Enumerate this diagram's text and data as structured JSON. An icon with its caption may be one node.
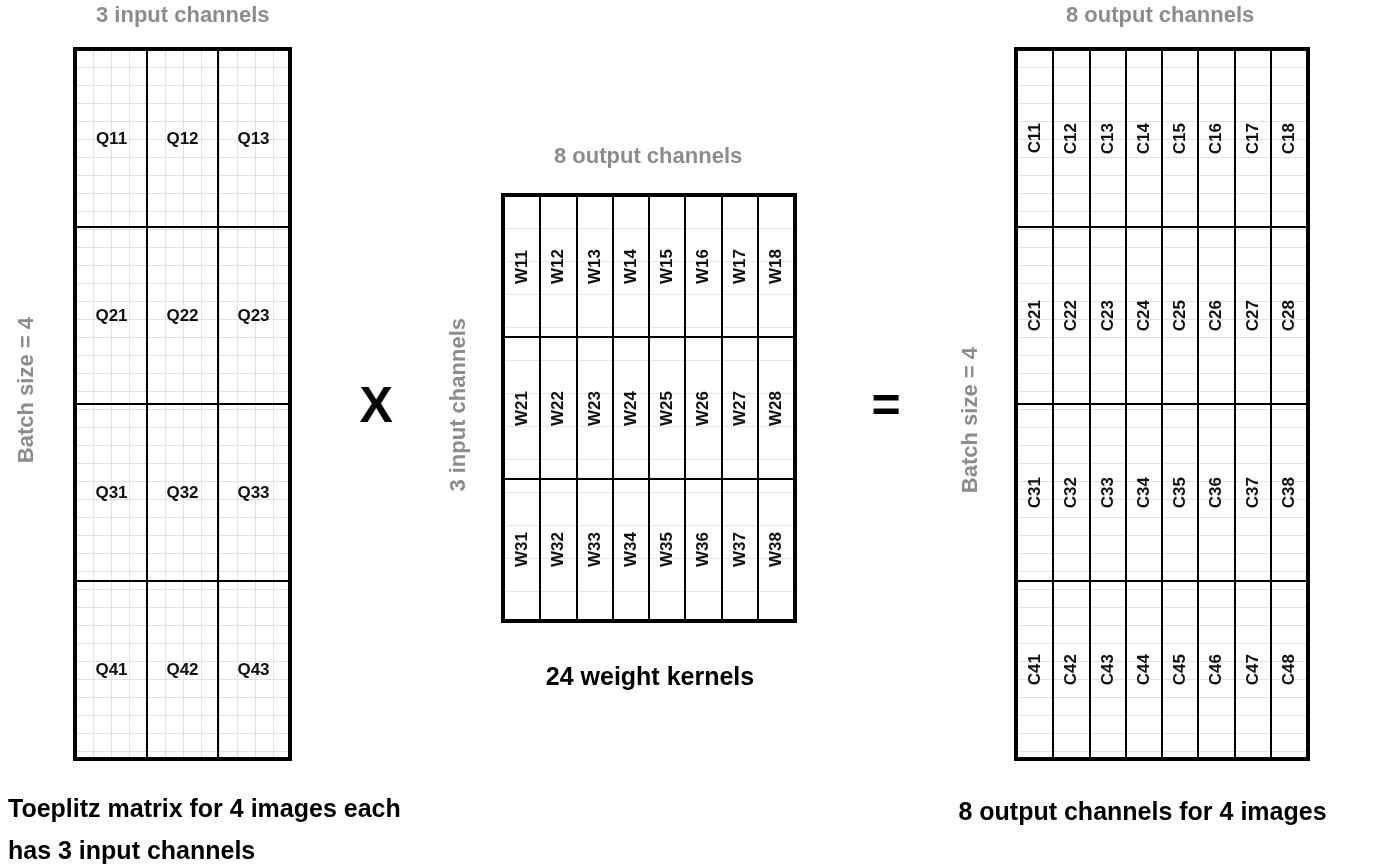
{
  "diagram": {
    "nodes": [
      {
        "text": [
          "3 input channels",
          "Batch size = 4"
        ],
        "beside": [
          "Toeplitz matrix for 4 images each has 3 input channels"
        ]
      },
      {
        "text": [
          "Q11"
        ],
        "in": 0
      },
      {
        "text": [
          "Q12"
        ],
        "in": 0
      },
      {
        "text": [
          "Q13"
        ],
        "in": 0
      },
      {
        "text": [
          "Q21"
        ],
        "in": 0
      },
      {
        "text": [
          "Q22"
        ],
        "in": 0
      },
      {
        "text": [
          "Q23"
        ],
        "in": 0
      },
      {
        "text": [
          "Q31"
        ],
        "in": 0
      },
      {
        "text": [
          "Q32"
        ],
        "in": 0
      },
      {
        "text": [
          "Q33"
        ],
        "in": 0
      },
      {
        "text": [
          "Q41"
        ],
        "in": 0
      },
      {
        "text": [
          "Q42"
        ],
        "in": 0
      },
      {
        "text": [
          "Q43"
        ],
        "in": 0
      },
      {
        "text": [
          "8 output channels",
          "3 input channels"
        ],
        "beside": [
          "24 weight kernels"
        ]
      },
      {
        "text": [
          "W11"
        ],
        "in": 13
      },
      {
        "text": [
          "W12"
        ],
        "in": 13
      },
      {
        "text": [
          "W13"
        ],
        "in": 13
      },
      {
        "text": [
          "W14"
        ],
        "in": 13
      },
      {
        "text": [
          "W15"
        ],
        "in": 13
      },
      {
        "text": [
          "W16"
        ],
        "in": 13
      },
      {
        "text": [
          "W17"
        ],
        "in": 13
      },
      {
        "text": [
          "W18"
        ],
        "in": 13
      },
      {
        "text": [
          "W21"
        ],
        "in": 13
      },
      {
        "text": [
          "W22"
        ],
        "in": 13
      },
      {
        "text": [
          "W23"
        ],
        "in": 13
      },
      {
        "text": [
          "W24"
        ],
        "in": 13
      },
      {
        "text": [
          "W25"
        ],
        "in": 13
      },
      {
        "text": [
          "W26"
        ],
        "in": 13
      },
      {
        "text": [
          "W27"
        ],
        "in": 13
      },
      {
        "text": [
          "W28"
        ],
        "in": 13
      },
      {
        "text": [
          "W31"
        ],
        "in": 13
      },
      {
        "text": [
          "W32"
        ],
        "in": 13
      },
      {
        "text": [
          "W33"
        ],
        "in": 13
      },
      {
        "text": [
          "W34"
        ],
        "in": 13
      },
      {
        "text": [
          "W35"
        ],
        "in": 13
      },
      {
        "text": [
          "W36"
        ],
        "in": 13
      },
      {
        "text": [
          "W37"
        ],
        "in": 13
      },
      {
        "text": [
          "W38"
        ],
        "in": 13
      },
      {
        "text": [
          "8 output channels",
          "Batch size = 4"
        ],
        "beside": [
          "8 output channels for 4 images"
        ]
      },
      {
        "text": [
          "C11"
        ],
        "in": 38
      },
      {
        "text": [
          "C12"
        ],
        "in": 38
      },
      {
        "text": [
          "C13"
        ],
        "in": 38
      },
      {
        "text": [
          "C14"
        ],
        "in": 38
      },
      {
        "text": [
          "C15"
        ],
        "in": 38
      },
      {
        "text": [
          "C16"
        ],
        "in": 38
      },
      {
        "text": [
          "C17"
        ],
        "in": 38
      },
      {
        "text": [
          "C18"
        ],
        "in": 38
      },
      {
        "text": [
          "C21"
        ],
        "in": 38
      },
      {
        "text": [
          "C22"
        ],
        "in": 38
      },
      {
        "text": [
          "C23"
        ],
        "in": 38
      },
      {
        "text": [
          "C24"
        ],
        "in": 38
      },
      {
        "text": [
          "C25"
        ],
        "in": 38
      },
      {
        "text": [
          "C26"
        ],
        "in": 38
      },
      {
        "text": [
          "C27"
        ],
        "in": 38
      },
      {
        "text": [
          "C28"
        ],
        "in": 38
      },
      {
        "text": [
          "C31"
        ],
        "in": 38
      },
      {
        "text": [
          "C32"
        ],
        "in": 38
      },
      {
        "text": [
          "C33"
        ],
        "in": 38
      },
      {
        "text": [
          "C34"
        ],
        "in": 38
      },
      {
        "text": [
          "C35"
        ],
        "in": 38
      },
      {
        "text": [
          "C36"
        ],
        "in": 38
      },
      {
        "text": [
          "C37"
        ],
        "in": 38
      },
      {
        "text": [
          "C38"
        ],
        "in": 38
      },
      {
        "text": [
          "C41"
        ],
        "in": 38
      },
      {
        "text": [
          "C42"
        ],
        "in": 38
      },
      {
        "text": [
          "C43"
        ],
        "in": 38
      },
      {
        "text": [
          "C44"
        ],
        "in": 38
      },
      {
        "text": [
          "C45"
        ],
        "in": 38
      },
      {
        "text": [
          "C46"
        ],
        "in": 38
      },
      {
        "text": [
          "C47"
        ],
        "in": 38
      },
      {
        "text": [
          "C48"
        ],
        "in": 38
      }
    ],
    "labels": [
      "X",
      "="
    ]
  }
}
